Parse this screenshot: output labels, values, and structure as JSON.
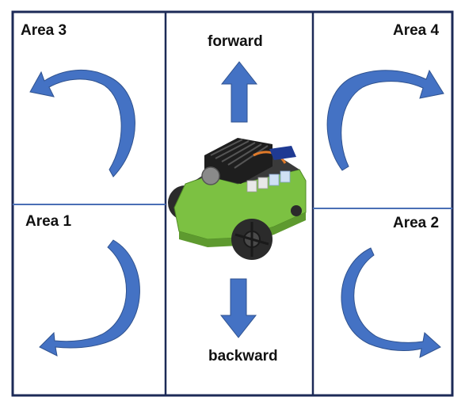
{
  "labels": {
    "area3": "Area 3",
    "area4": "Area 4",
    "area1": "Area 1",
    "area2": "Area 2",
    "forward": "forward",
    "backward": "backward"
  },
  "colors": {
    "border": "#1c2a57",
    "divider": "#4a6fb5",
    "arrow": "#4472c4",
    "arrow_edge": "#2f528f",
    "robot_green": "#7cc142",
    "robot_dark": "#2b2b2b"
  },
  "icons": {
    "robot": "robot-car-icon",
    "forward": "up-arrow-icon",
    "backward": "down-arrow-icon"
  }
}
